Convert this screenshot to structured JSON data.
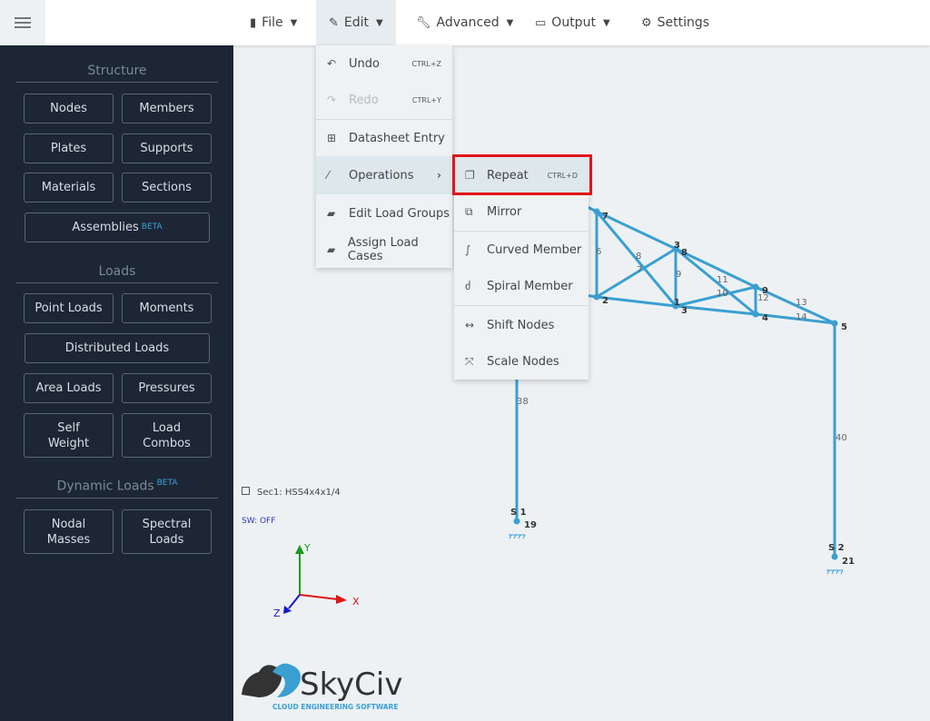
{
  "topbar": {
    "menus": [
      {
        "label": "File",
        "icon": "file-icon"
      },
      {
        "label": "Edit",
        "icon": "pencil-icon"
      },
      {
        "label": "Advanced",
        "icon": "wrench-icon"
      },
      {
        "label": "Output",
        "icon": "monitor-icon"
      },
      {
        "label": "Settings",
        "icon": "gear-icon"
      }
    ]
  },
  "sidebar": {
    "structure": {
      "title": "Structure",
      "buttons": [
        "Nodes",
        "Members",
        "Plates",
        "Supports",
        "Materials",
        "Sections"
      ],
      "assemblies": "Assemblies",
      "beta": "BETA"
    },
    "loads": {
      "title": "Loads",
      "buttons": [
        "Point Loads",
        "Moments",
        "Distributed Loads",
        "Area Loads",
        "Pressures",
        "Self\nWeight",
        "Load\nCombos"
      ]
    },
    "dynamic": {
      "title": "Dynamic Loads",
      "beta": "BETA",
      "buttons": [
        "Nodal\nMasses",
        "Spectral\nLoads"
      ]
    }
  },
  "edit_menu": {
    "items": [
      {
        "label": "Undo",
        "shortcut": "CTRL+Z"
      },
      {
        "label": "Redo",
        "shortcut": "CTRL+Y",
        "disabled": true
      },
      {
        "label": "Datasheet Entry"
      },
      {
        "label": "Operations",
        "highlighted": true
      },
      {
        "label": "Edit Load Groups"
      },
      {
        "label": "Assign Load Cases"
      }
    ]
  },
  "operations_menu": {
    "items": [
      {
        "label": "Repeat",
        "shortcut": "CTRL+D",
        "highlighted": true
      },
      {
        "label": "Mirror"
      },
      {
        "label": "Curved Member"
      },
      {
        "label": "Spiral Member"
      },
      {
        "label": "Shift Nodes"
      },
      {
        "label": "Scale Nodes"
      }
    ]
  },
  "canvas": {
    "section_label": "Sec1: HSS4x4x1/4",
    "self_weight": "SW: OFF",
    "axes": {
      "x": "X",
      "y": "Y",
      "z": "Z"
    },
    "node_labels": [
      "7",
      "2",
      "3",
      "8",
      "1",
      "3",
      "9",
      "4",
      "5",
      "19",
      "21"
    ],
    "member_labels": [
      "6",
      "8",
      "7",
      "9",
      "11",
      "10",
      "12",
      "13",
      "14",
      "38",
      "40"
    ],
    "support_labels": [
      "S 1",
      "S 2"
    ],
    "member_color": "#3a9fd1"
  },
  "logo": {
    "name": "SkyCiv",
    "tagline": "CLOUD ENGINEERING SOFTWARE"
  }
}
